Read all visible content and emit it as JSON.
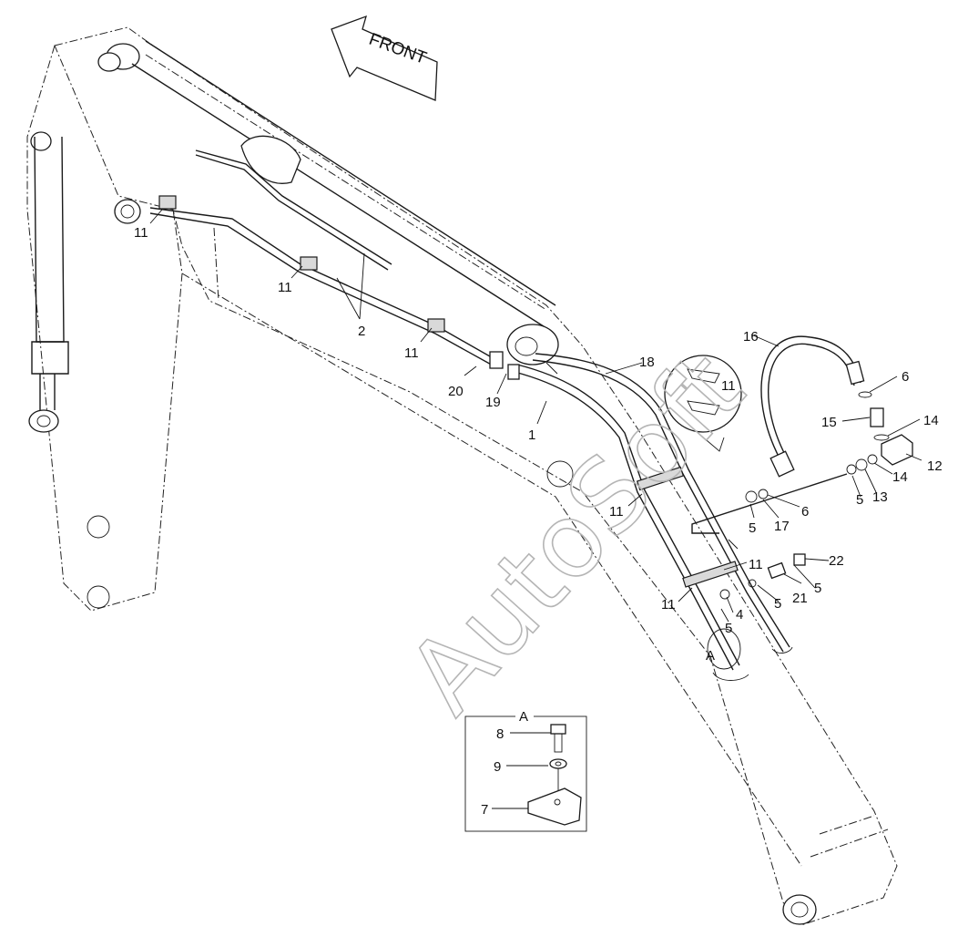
{
  "diagram": {
    "front_label": "FRONT",
    "watermark": "AutoSoft",
    "detail_label": "A",
    "detail_marker": "A",
    "callouts": [
      {
        "id": "c1",
        "label": "1"
      },
      {
        "id": "c2",
        "label": "2"
      },
      {
        "id": "c4",
        "label": "4"
      },
      {
        "id": "c5a",
        "label": "5"
      },
      {
        "id": "c5b",
        "label": "5"
      },
      {
        "id": "c5c",
        "label": "5"
      },
      {
        "id": "c5d",
        "label": "5"
      },
      {
        "id": "c5e",
        "label": "5"
      },
      {
        "id": "c6a",
        "label": "6"
      },
      {
        "id": "c6b",
        "label": "6"
      },
      {
        "id": "c7",
        "label": "7"
      },
      {
        "id": "c8",
        "label": "8"
      },
      {
        "id": "c9",
        "label": "9"
      },
      {
        "id": "c11a",
        "label": "11"
      },
      {
        "id": "c11b",
        "label": "11"
      },
      {
        "id": "c11c",
        "label": "11"
      },
      {
        "id": "c11d",
        "label": "11"
      },
      {
        "id": "c11e",
        "label": "11"
      },
      {
        "id": "c11f",
        "label": "11"
      },
      {
        "id": "c11g",
        "label": "11"
      },
      {
        "id": "c12",
        "label": "12"
      },
      {
        "id": "c13",
        "label": "13"
      },
      {
        "id": "c14a",
        "label": "14"
      },
      {
        "id": "c14b",
        "label": "14"
      },
      {
        "id": "c15",
        "label": "15"
      },
      {
        "id": "c16",
        "label": "16"
      },
      {
        "id": "c17",
        "label": "17"
      },
      {
        "id": "c18",
        "label": "18"
      },
      {
        "id": "c19",
        "label": "19"
      },
      {
        "id": "c20",
        "label": "20"
      },
      {
        "id": "c21",
        "label": "21"
      },
      {
        "id": "c22",
        "label": "22"
      }
    ]
  }
}
